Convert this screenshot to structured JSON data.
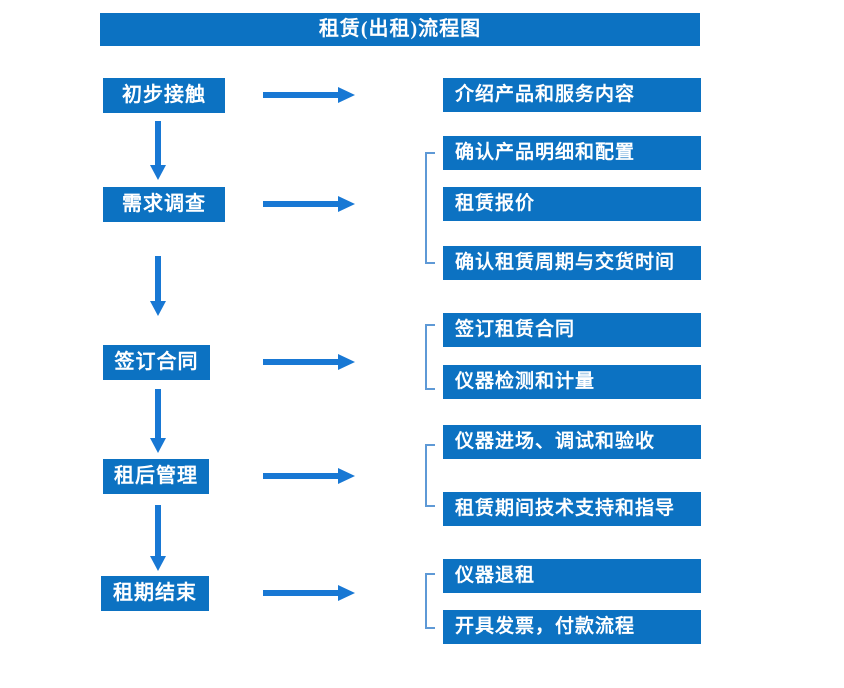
{
  "title": "租赁(出租)流程图",
  "colors": {
    "box_blue": "#0C72C2",
    "arrow_blue": "#1878D4",
    "bracket_blue": "#5E99D6",
    "text_white": "#FFFFFF",
    "background": "#FFFFFF"
  },
  "steps": [
    {
      "label": "初步接触",
      "details": [
        "介绍产品和服务内容"
      ]
    },
    {
      "label": "需求调查",
      "details": [
        "确认产品明细和配置",
        "租赁报价",
        "确认租赁周期与交货时间"
      ]
    },
    {
      "label": "签订合同",
      "details": [
        "签订租赁合同",
        "仪器检测和计量"
      ]
    },
    {
      "label": "租后管理",
      "details": [
        "仪器进场、调试和验收",
        "租赁期间技术支持和指导"
      ]
    },
    {
      "label": "租期结束",
      "details": [
        "仪器退租",
        "开具发票，付款流程"
      ]
    }
  ]
}
